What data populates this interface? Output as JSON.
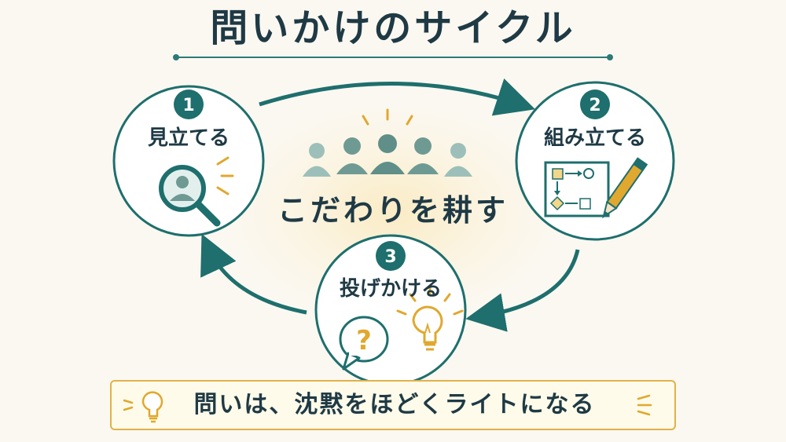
{
  "title": "問いかけのサイクル",
  "center": {
    "label": "こだわりを耕す"
  },
  "steps": [
    {
      "number": "1",
      "label": "見立てる"
    },
    {
      "number": "2",
      "label": "組み立てる"
    },
    {
      "number": "3",
      "label": "投げかける"
    }
  ],
  "question_mark": "?",
  "banner": {
    "text": "問いは、沈黙をほどくライトになる"
  },
  "colors": {
    "teal": "#1e6f6d",
    "gold": "#e0a82e",
    "ink": "#1f3a45",
    "person_light": "#8fb3ad",
    "person_dark": "#5f8f88"
  }
}
